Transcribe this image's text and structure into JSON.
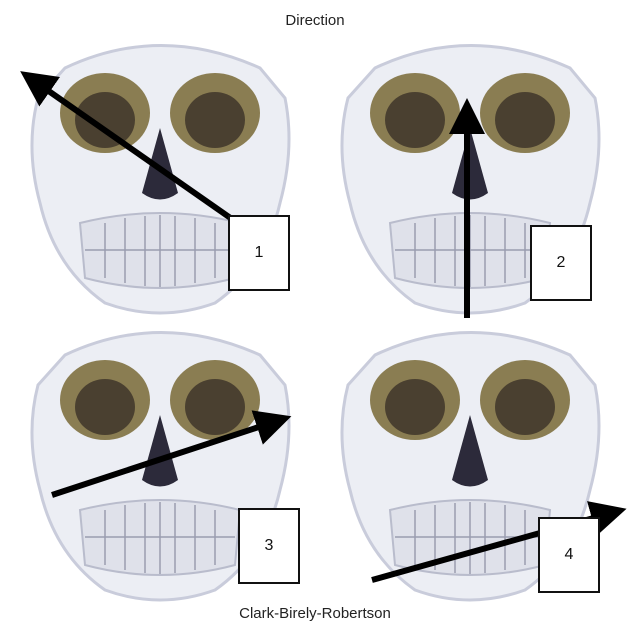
{
  "figure": {
    "top_title": "Direction",
    "bottom_caption": "Clark-Birely-Robertson"
  },
  "panels": [
    {
      "number": "1",
      "arrow_direction": "upper-left"
    },
    {
      "number": "2",
      "arrow_direction": "up"
    },
    {
      "number": "3",
      "arrow_direction": "upper-right"
    },
    {
      "number": "4",
      "arrow_direction": "right"
    }
  ],
  "colors": {
    "bone": "#eceef4",
    "bone_shadow": "#c9ccdb",
    "orbit": "#8a7d52",
    "cavity": "#2c2a3a",
    "arrow": "#000000"
  }
}
